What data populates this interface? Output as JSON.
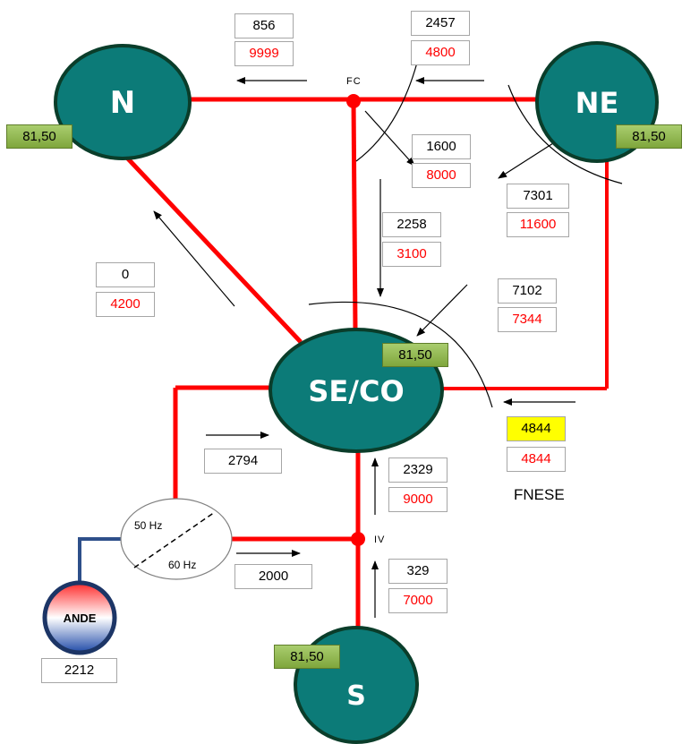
{
  "regions": {
    "n": "N",
    "ne": "NE",
    "seco": "SE/CO",
    "s": "S",
    "ande": "ANDE"
  },
  "badges": {
    "n": "81,50",
    "ne": "81,50",
    "seco": "81,50",
    "s": "81,50"
  },
  "nodes": {
    "fc": "FC",
    "iv": "IV"
  },
  "converter": {
    "top": "50 Hz",
    "bottom": "60 Hz"
  },
  "flows": {
    "ne_to_n_left": {
      "value": "856",
      "limit": "9999"
    },
    "ne_to_n_right": {
      "value": "2457",
      "limit": "4800"
    },
    "n_to_seco_diag": {
      "value": "1600",
      "limit": "8000"
    },
    "ne_to_seco_diag": {
      "value": "7301",
      "limit": "11600"
    },
    "fc_to_seco": {
      "value": "2258",
      "limit": "3100"
    },
    "seco_to_n": {
      "value": "0",
      "limit": "4200"
    },
    "into_seco": {
      "value": "7102",
      "limit": "7344"
    },
    "fnese": {
      "value": "4844",
      "limit": "4844",
      "label": "FNESE"
    },
    "converter_to_seco": {
      "value": "2794"
    },
    "s_to_seco": {
      "value": "2329",
      "limit": "9000"
    },
    "converter_to_iv": {
      "value": "2000"
    },
    "s_to_iv": {
      "value": "329",
      "limit": "7000"
    },
    "ande": {
      "value": "2212"
    }
  },
  "colors": {
    "region_fill": "#0c7b78",
    "region_stroke": "#0a3d2a",
    "line_red": "#ff0000",
    "ande_line": "#2e4f8a",
    "badge_green": "#9bbb59",
    "highlight_yellow": "#ffff00"
  }
}
